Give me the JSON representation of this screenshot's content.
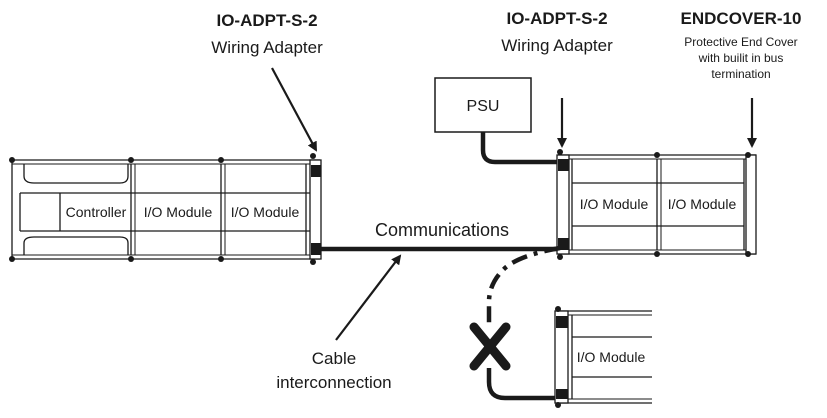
{
  "callouts": {
    "adapter_left": {
      "title": "IO-ADPT-S-2",
      "subtitle": "Wiring Adapter"
    },
    "adapter_right": {
      "title": "IO-ADPT-S-2",
      "subtitle": "Wiring Adapter"
    },
    "endcover": {
      "title": "ENDCOVER-10",
      "line1": "Protective End Cover",
      "line2": "with builit in bus",
      "line3": "termination"
    }
  },
  "psu": {
    "label": "PSU"
  },
  "left_assembly": {
    "controller_label": "Controller",
    "module_1_label": "I/O Module",
    "module_2_label": "I/O Module"
  },
  "right_assembly": {
    "module_1_label": "I/O Module",
    "module_2_label": "I/O Module"
  },
  "lower_assembly": {
    "module_label": "I/O Module"
  },
  "communications_label": "Communications",
  "cable": {
    "line1": "Cable",
    "line2": "interconnection"
  },
  "colors": {
    "line": "#1a1a1a",
    "fill": "#ffffff"
  }
}
